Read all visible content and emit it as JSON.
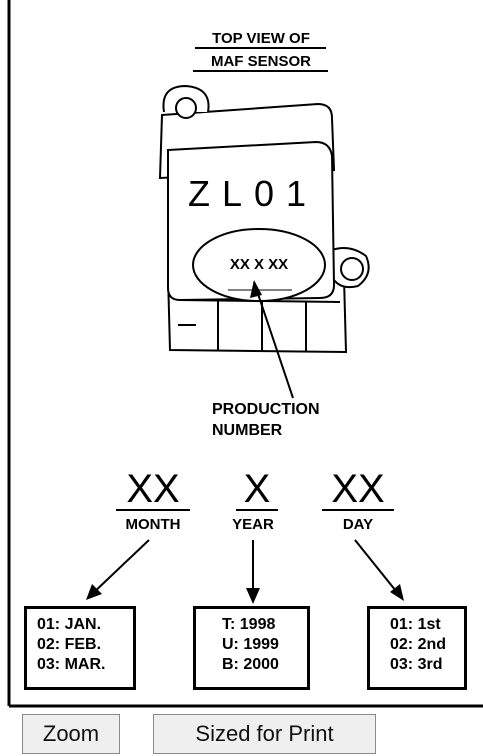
{
  "diagram": {
    "title_line1": "TOP VIEW OF",
    "title_line2": "MAF SENSOR",
    "sensor_code": "ZL01",
    "production_code": "XX X XX",
    "production_label_line1": "PRODUCTION",
    "production_label_line2": "NUMBER",
    "fields": [
      {
        "code": "XX",
        "name": "MONTH",
        "legend": [
          "01: JAN.",
          "02: FEB.",
          "03: MAR."
        ]
      },
      {
        "code": "X",
        "name": "YEAR",
        "legend": [
          "T: 1998",
          "U: 1999",
          "B: 2000"
        ]
      },
      {
        "code": "XX",
        "name": "DAY",
        "legend": [
          "01: 1st",
          "02: 2nd",
          "03: 3rd"
        ]
      }
    ]
  },
  "buttons": {
    "zoom": "Zoom",
    "print": "Sized for Print"
  }
}
